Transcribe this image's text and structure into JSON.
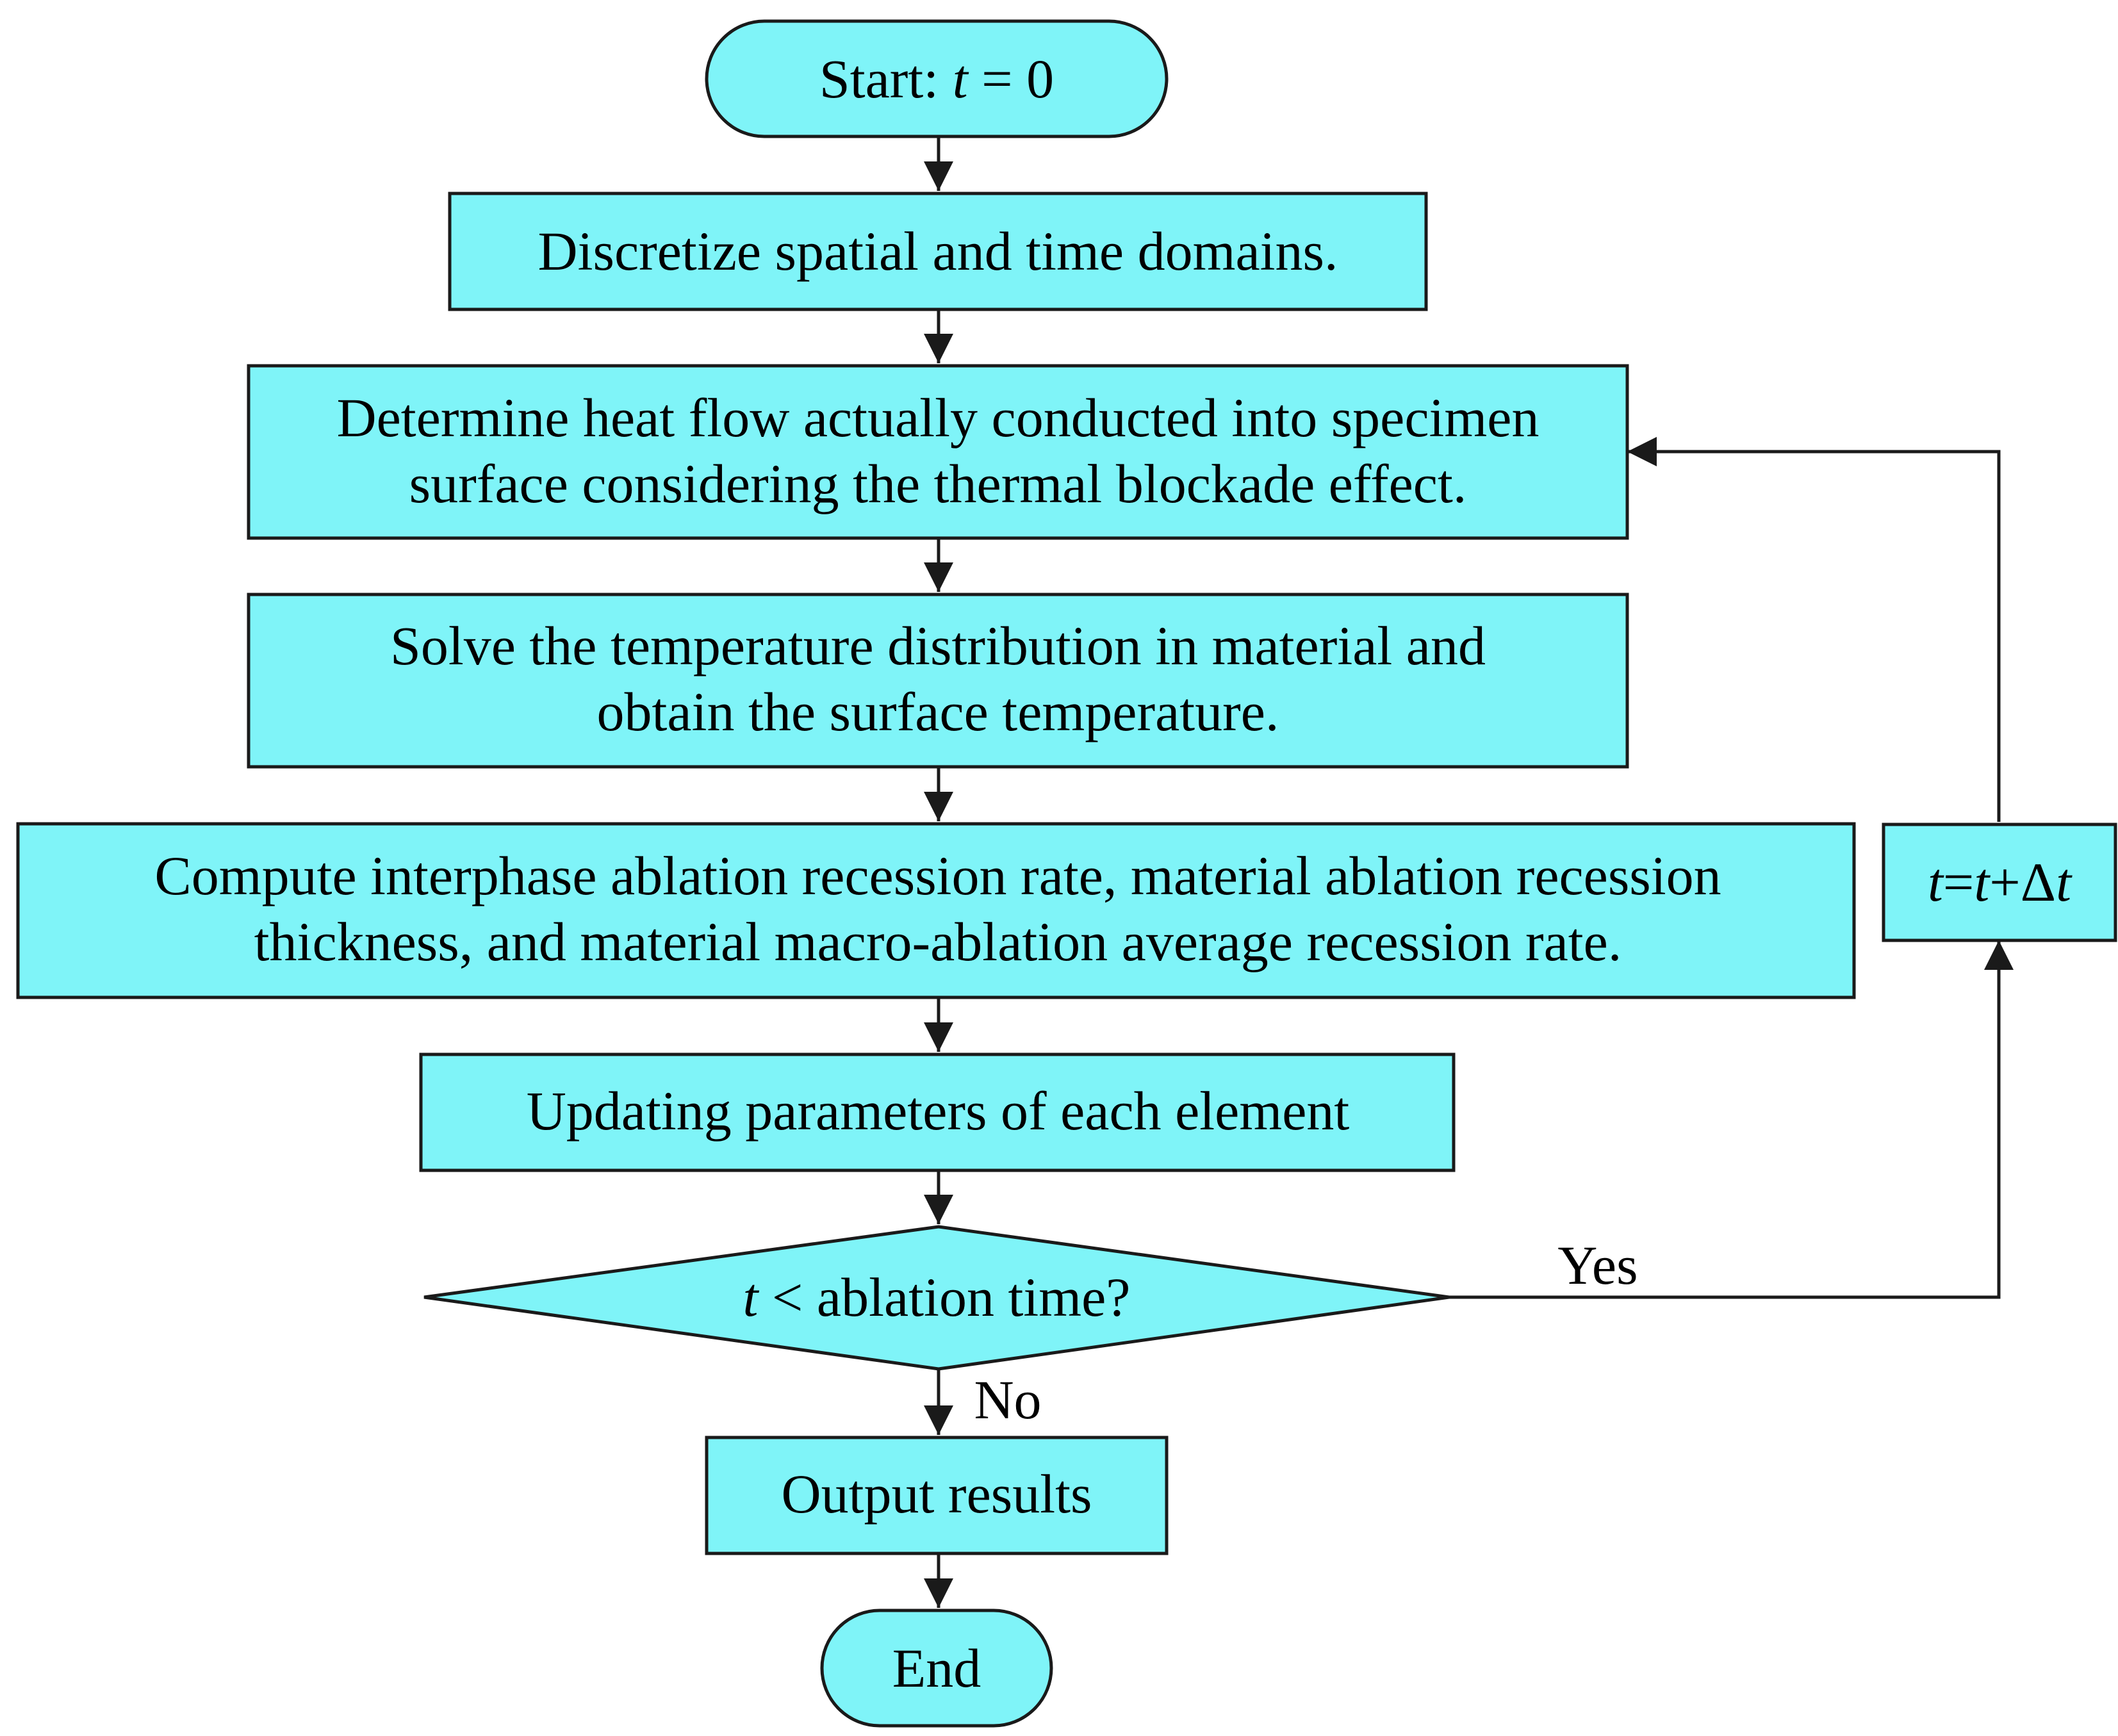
{
  "colors": {
    "node_fill": "#7ff4f8",
    "stroke": "#1a1a1a",
    "text": "#000000",
    "background": "#ffffff"
  },
  "nodes": {
    "start": {
      "shape": "terminal",
      "prefix": "Start: ",
      "variable": "t",
      "suffix": " = 0"
    },
    "discretize": {
      "shape": "process",
      "lines": [
        "Discretize spatial and time domains."
      ]
    },
    "heat_flow": {
      "shape": "process",
      "lines": [
        "Determine heat flow actually conducted into specimen",
        "surface considering the thermal blockade effect."
      ]
    },
    "temperature": {
      "shape": "process",
      "lines": [
        "Solve the temperature distribution in material and",
        "obtain the surface temperature."
      ]
    },
    "recession": {
      "shape": "process",
      "lines": [
        "Compute interphase ablation recession rate, material ablation recession",
        "thickness, and material macro-ablation average recession rate."
      ]
    },
    "update": {
      "shape": "process",
      "lines": [
        "Updating parameters of each element"
      ]
    },
    "decision": {
      "shape": "decision",
      "variable": "t",
      "suffix": " < ablation time?"
    },
    "output": {
      "shape": "process",
      "lines": [
        "Output results"
      ]
    },
    "end": {
      "shape": "terminal",
      "label": "End"
    },
    "increment": {
      "shape": "process",
      "parts": [
        "t",
        "=",
        "t",
        "+Δ",
        "t"
      ]
    }
  },
  "edges": {
    "yes_label": "Yes",
    "no_label": "No"
  }
}
